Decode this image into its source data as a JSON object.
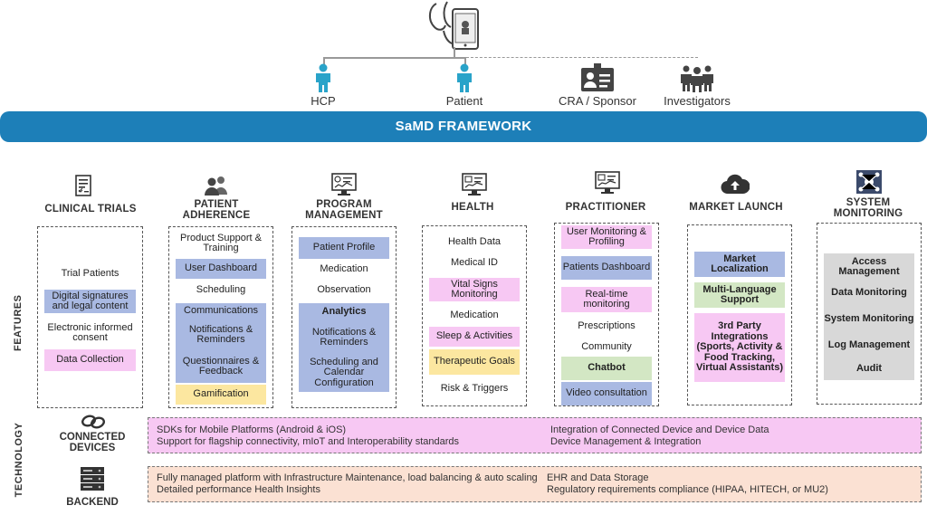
{
  "roles": [
    "HCP",
    "Patient",
    "CRA / Sponsor",
    "Investigators"
  ],
  "banner": "SaMD FRAMEWORK",
  "row_labels": {
    "features": "FEATURES",
    "technology": "TECHNOLOGY"
  },
  "columns": [
    {
      "title": "CLINICAL TRIALS",
      "icon": "document-icon",
      "features": [
        "Trial Patients",
        "Digital signatures and legal content",
        "Electronic informed consent",
        "Data Collection"
      ]
    },
    {
      "title": "PATIENT ADHERENCE",
      "icon": "people-icon",
      "features": [
        "Product Support & Training",
        "User Dashboard",
        "Scheduling",
        "Communications",
        "Notifications & Reminders",
        "Questionnaires & Feedback",
        "Gamification"
      ]
    },
    {
      "title": "PROGRAM MANAGEMENT",
      "icon": "monitor-dashboard-icon",
      "features": [
        "Patient Profile",
        "Medication",
        "Observation",
        "Analytics",
        "Notifications & Reminders",
        "Scheduling and Calendar Configuration"
      ]
    },
    {
      "title": "HEALTH",
      "icon": "monitor-chart-icon",
      "features": [
        "Health Data",
        "Medical ID",
        "Vital Signs Monitoring",
        "Medication",
        "Sleep & Activities",
        "Therapeutic Goals",
        "Risk & Triggers"
      ]
    },
    {
      "title": "PRACTITIONER",
      "icon": "tablet-chart-icon",
      "features": [
        "User Monitoring & Profiling",
        "Patients Dashboard",
        "Real-time monitoring",
        "Prescriptions",
        "Community",
        "Chatbot",
        "Video consultation"
      ]
    },
    {
      "title": "MARKET LAUNCH",
      "icon": "cloud-upload-icon",
      "features": [
        "Market Localization",
        "Multi-Language Support",
        "3rd Party Integrations (Sports, Activity & Food Tracking, Virtual Assistants)"
      ]
    },
    {
      "title": "SYSTEM MONITORING",
      "icon": "network-icon",
      "features": [
        "Access Management",
        "Data Monitoring",
        "System Monitoring",
        "Log Management",
        "Audit"
      ]
    }
  ],
  "technology": [
    {
      "label": "CONNECTED DEVICES",
      "icon": "link-icon",
      "left": [
        "SDKs for Mobile Platforms (Android & iOS)",
        "Support for flagship connectivity, mIoT and Interoperability standards"
      ],
      "right": [
        "Integration of Connected Device and Device Data",
        "Device Management & Integration"
      ]
    },
    {
      "label": "BACKEND",
      "icon": "server-icon",
      "left": [
        "Fully managed platform with Infrastructure Maintenance, load balancing & auto scaling",
        "Detailed performance Health Insights"
      ],
      "right": [
        "EHR and Data Storage",
        "Regulatory requirements compliance (HIPAA, HITECH, or MU2)"
      ]
    }
  ],
  "colors": {
    "banner": "#1d7fb8",
    "role_icon": "#29a3c9",
    "blue": "#a9b9e2",
    "pink": "#f7c8f3",
    "yellow": "#fce7a0",
    "green": "#d3e7c4",
    "gray": "#d8d8d8",
    "backend_fill": "#fbe1d3",
    "devices_fill": "#f7c8f3"
  }
}
